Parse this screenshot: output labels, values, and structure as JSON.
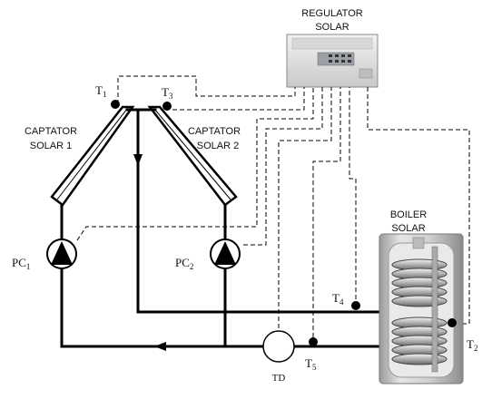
{
  "regulator": {
    "line1": "REGULATOR",
    "line2": "SOLAR"
  },
  "collector1": {
    "line1": "CAPTATOR",
    "line2": "SOLAR 1"
  },
  "collector2": {
    "line1": "CAPTATOR",
    "line2": "SOLAR 2"
  },
  "boiler": {
    "line1": "BOILER",
    "line2": "SOLAR"
  },
  "pumps": [
    {
      "main": "PC",
      "sub": "1"
    },
    {
      "main": "PC",
      "sub": "2"
    }
  ],
  "sensors": [
    {
      "main": "T",
      "sub": "1"
    },
    {
      "main": "T",
      "sub": "2"
    },
    {
      "main": "T",
      "sub": "3"
    },
    {
      "main": "T",
      "sub": "4"
    },
    {
      "main": "T",
      "sub": "5"
    }
  ],
  "valve": {
    "label": "TD"
  }
}
